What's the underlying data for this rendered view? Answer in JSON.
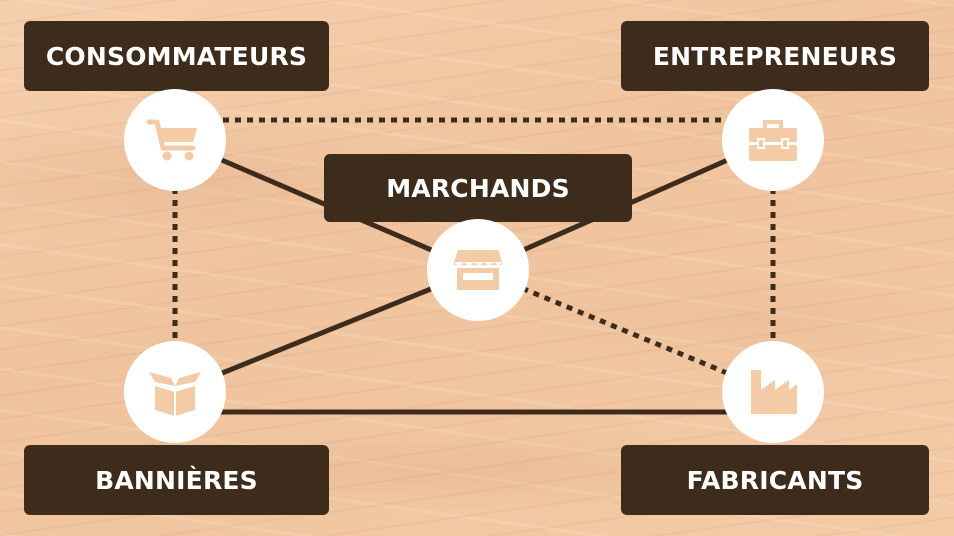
{
  "nodes": {
    "consommateurs": {
      "label": "CONSOMMATEURS",
      "icon": "shopping-cart-icon"
    },
    "entrepreneurs": {
      "label": "ENTREPRENEURS",
      "icon": "toolbox-icon"
    },
    "marchands": {
      "label": "MARCHANDS",
      "icon": "storefront-icon"
    },
    "bannieres": {
      "label": "BANNIÈRES",
      "icon": "open-box-icon"
    },
    "fabricants": {
      "label": "FABRICANTS",
      "icon": "factory-icon"
    }
  },
  "links": [
    {
      "from": "consommateurs",
      "to": "entrepreneurs",
      "style": "dotted"
    },
    {
      "from": "consommateurs",
      "to": "bannieres",
      "style": "dotted"
    },
    {
      "from": "entrepreneurs",
      "to": "fabricants",
      "style": "dotted"
    },
    {
      "from": "marchands",
      "to": "fabricants",
      "style": "dotted"
    },
    {
      "from": "consommateurs",
      "to": "marchands",
      "style": "solid"
    },
    {
      "from": "entrepreneurs",
      "to": "marchands",
      "style": "solid"
    },
    {
      "from": "bannieres",
      "to": "marchands",
      "style": "solid"
    },
    {
      "from": "bannieres",
      "to": "fabricants",
      "style": "solid"
    }
  ],
  "colors": {
    "label_bg": "#3d2c1b",
    "line": "#3d2c1b",
    "node_bg": "#ffffff",
    "icon": "#f3cba7"
  }
}
